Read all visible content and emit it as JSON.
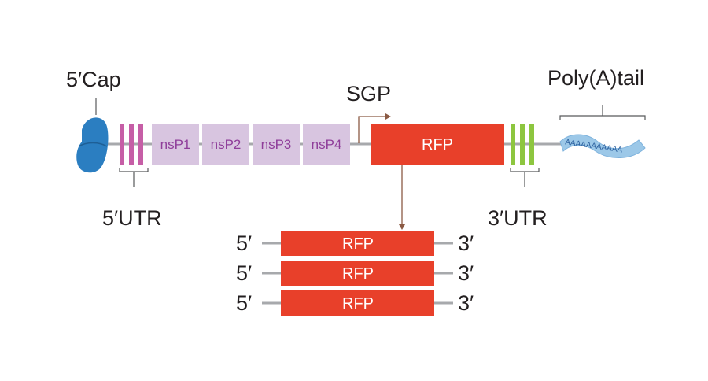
{
  "labels": {
    "cap": "5′Cap",
    "polya": "Poly(A)tail",
    "sgp": "SGP",
    "utr5": "5′UTR",
    "utr3": "3′UTR",
    "poly_seq": "AAAAAAAAAAA"
  },
  "nsp": [
    "nsP1",
    "nsP2",
    "nsP3",
    "nsP4"
  ],
  "rfp_main": "RFP",
  "products": [
    {
      "five": "5′",
      "label": "RFP",
      "three": "3′"
    },
    {
      "five": "5′",
      "label": "RFP",
      "three": "3′"
    },
    {
      "five": "5′",
      "label": "RFP",
      "three": "3′"
    }
  ],
  "colors": {
    "cap": "#2b7ec1",
    "utr5": "#c65ea6",
    "nsp_box": "#d8c5e0",
    "rfp": "#e8402a",
    "utr3": "#8dc63f",
    "polya": "#9cc8e8",
    "backbone": "#a7a9ac"
  }
}
